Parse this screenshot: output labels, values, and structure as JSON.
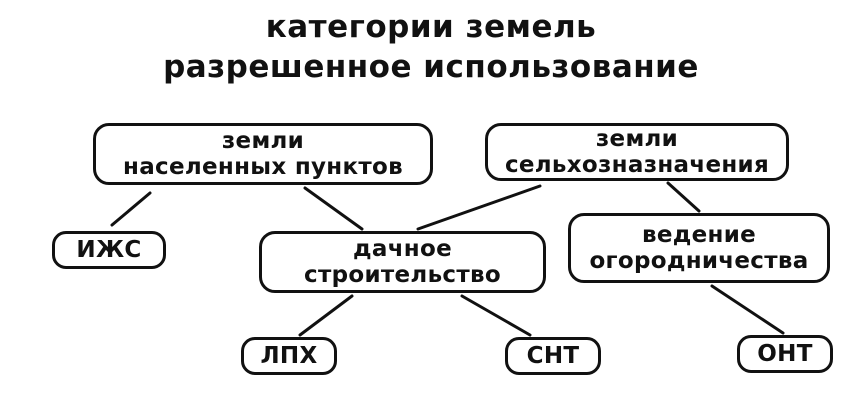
{
  "title": {
    "line1": "категории земель",
    "line2": "разрешенное использование"
  },
  "nodes": {
    "settlement_lands": {
      "line1": "земли",
      "line2": "населенных пунктов"
    },
    "agricultural_lands": {
      "line1": "земли",
      "line2": "сельхозназначения"
    },
    "izhs": {
      "label": "ИЖС"
    },
    "dacha_construction": {
      "line1": "дачное",
      "line2": "строительство"
    },
    "gardening": {
      "line1": "ведение",
      "line2": "огородничества"
    },
    "lph": {
      "label": "ЛПХ"
    },
    "snt": {
      "label": "СНТ"
    },
    "ont": {
      "label": "ОНТ"
    }
  },
  "colors": {
    "stroke": "#111111",
    "background": "#ffffff"
  }
}
